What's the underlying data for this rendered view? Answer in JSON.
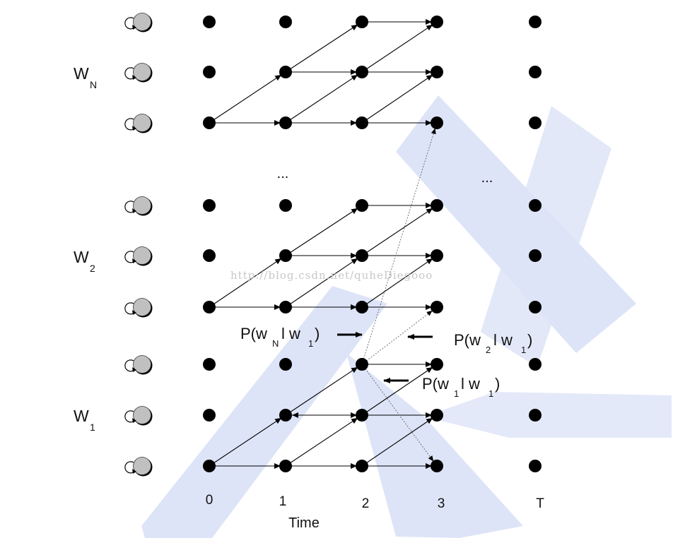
{
  "colors": {
    "background": "#ffffff",
    "node": "#000000",
    "edge": "#000000",
    "state_fill": "#c0c0c0",
    "watermark_shape": "#dde4f7",
    "watermark_text": "#c8c8c8"
  },
  "word_labels": [
    {
      "base": "W",
      "sub": "N"
    },
    {
      "base": "W",
      "sub": "2"
    },
    {
      "base": "W",
      "sub": "1"
    }
  ],
  "time_ticks": [
    "0",
    "1",
    "2",
    "3",
    "T"
  ],
  "time_label": "Time",
  "ellipses": [
    "...",
    "..."
  ],
  "probability_labels": [
    {
      "parts": [
        "P(w",
        "N",
        " l w",
        "1",
        ")"
      ]
    },
    {
      "parts": [
        "P(w",
        "2",
        " l w",
        "1",
        ")"
      ]
    },
    {
      "parts": [
        "P(w",
        "1",
        " l w",
        "1",
        ")"
      ]
    }
  ],
  "watermark": "http://blog.csdn.net/quheDiegooo",
  "icons": {
    "state_node": "self-loop-state-icon",
    "arrow": "arrow-icon"
  }
}
